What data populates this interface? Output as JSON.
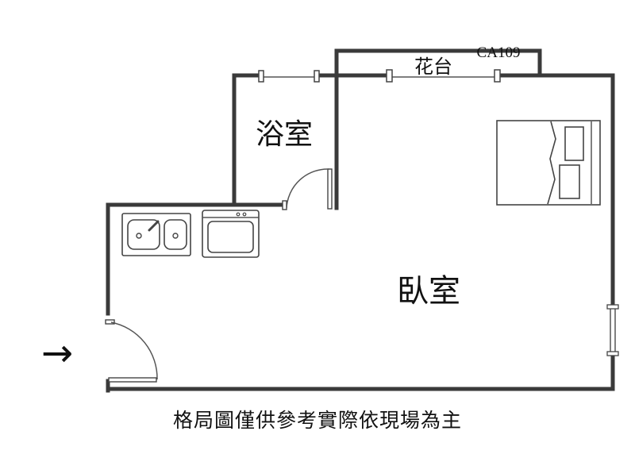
{
  "rooms": {
    "bathroom": "浴室",
    "bedroom": "臥室",
    "planter": "花台"
  },
  "unit_code": "CA109",
  "entrance_arrow": "→",
  "disclaimer": "格局圖僅供參考實際依現場為主",
  "colors": {
    "wall": "#3a3a3a",
    "line": "#555555",
    "background": "#ffffff"
  }
}
